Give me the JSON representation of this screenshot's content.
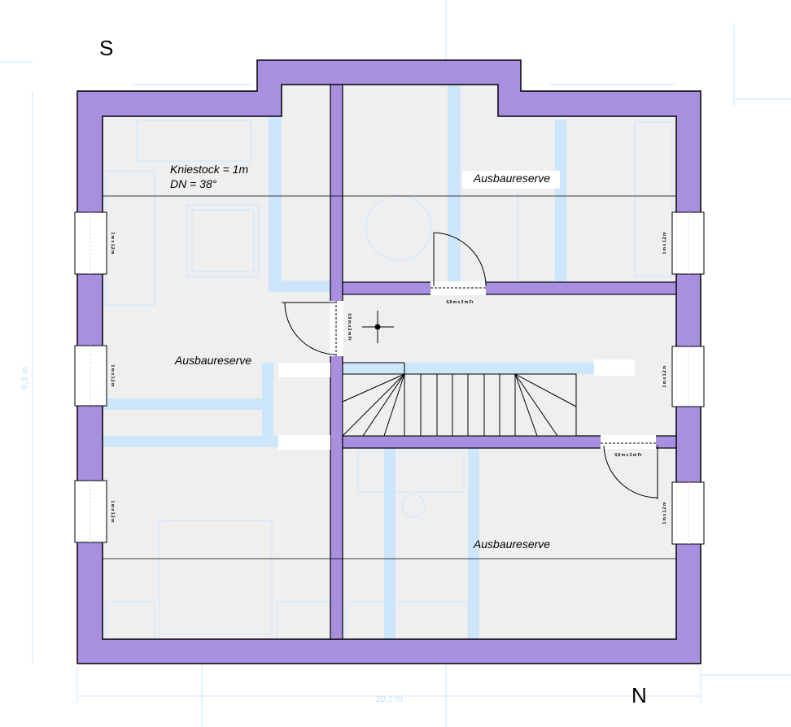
{
  "compass": {
    "south": "S",
    "north": "N"
  },
  "dimensions": {
    "width": "10,1 m",
    "depth": "9,3 m"
  },
  "notes": {
    "kniestock": "Kniestock = 1m",
    "dn": "DN = 38°"
  },
  "rooms": [
    {
      "label": "Ausbaureserve"
    },
    {
      "label": "Ausbaureserve"
    },
    {
      "label": "Ausbaureserve"
    }
  ],
  "windows": {
    "left": [
      "1 m x 1,2 m",
      "1 m x 1,2 m",
      "1 m x 1,2 m"
    ],
    "right": [
      "1 m x 1,2 m",
      "1 m x 1,2 m",
      "1 m x 1,2 m"
    ]
  },
  "doors": [
    "0,9 m x 2 m Fr",
    "0,9 m x 2 m Fr",
    "0,9 m x 2 m Fr"
  ],
  "colors": {
    "wall": "#a98fdf",
    "floor": "#efefef",
    "underlay": "#cde6fb"
  }
}
